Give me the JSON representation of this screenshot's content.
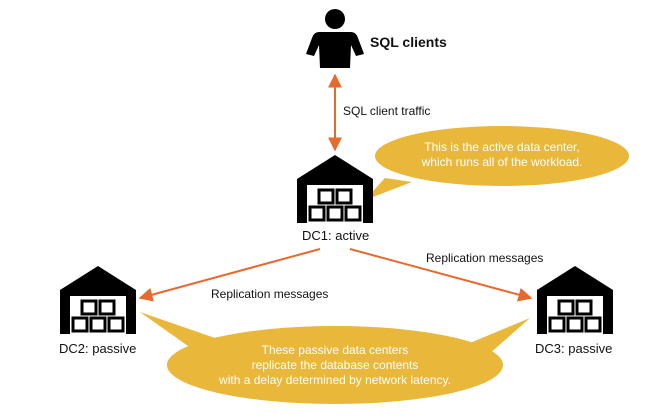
{
  "sql_clients": {
    "label": "SQL clients",
    "icon": "person-icon"
  },
  "edges": {
    "client_traffic": "SQL client traffic",
    "replication_to_dc2": "Replication messages",
    "replication_to_dc3": "Replication messages"
  },
  "datacenters": {
    "dc1": {
      "label": "DC1: active",
      "icon": "warehouse-icon"
    },
    "dc2": {
      "label": "DC2: passive",
      "icon": "warehouse-icon"
    },
    "dc3": {
      "label": "DC3: passive",
      "icon": "warehouse-icon"
    }
  },
  "callouts": {
    "active": {
      "line1": "This is the active data center,",
      "line2": "which runs all of the workload."
    },
    "passive": {
      "line1": "These passive data centers",
      "line2": "replicate the database contents",
      "line3": "with a delay determined by network latency."
    }
  },
  "colors": {
    "arrow": "#e8692e",
    "callout": "#e9b83a",
    "icon": "#000000"
  }
}
